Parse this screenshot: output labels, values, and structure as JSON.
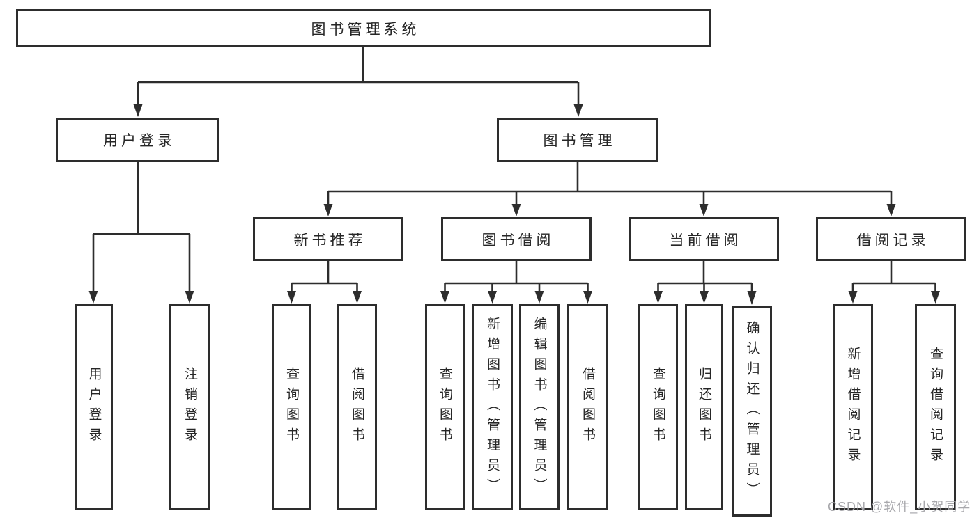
{
  "diagram": {
    "background": "#ffffff",
    "line_color": "#2d2d2d",
    "box_border_color": "#2d2d2d",
    "text_color": "#262626",
    "watermark_color": "#a8a8ac",
    "watermark": "CSDN @软件_小贺同学",
    "root": {
      "label": "图书管理系统"
    },
    "level2": [
      {
        "label": "用户登录"
      },
      {
        "label": "图书管理"
      }
    ],
    "level3": [
      {
        "label": "新书推荐"
      },
      {
        "label": "图书借阅"
      },
      {
        "label": "当前借阅"
      },
      {
        "label": "借阅记录"
      }
    ],
    "leaves": {
      "user": [
        {
          "label": "用户登录"
        },
        {
          "label": "注销登录"
        }
      ],
      "recommend": [
        {
          "label": "查询图书"
        },
        {
          "label": "借阅图书"
        }
      ],
      "borrow": [
        {
          "label": "查询图书"
        },
        {
          "label": "新增图书（管理员）"
        },
        {
          "label": "编辑图书（管理员）"
        },
        {
          "label": "借阅图书"
        }
      ],
      "current": [
        {
          "label": "查询图书"
        },
        {
          "label": "归还图书"
        },
        {
          "label": "确认归还（管理员）"
        }
      ],
      "records": [
        {
          "label": "新增借阅记录"
        },
        {
          "label": "查询借阅记录"
        }
      ]
    }
  }
}
